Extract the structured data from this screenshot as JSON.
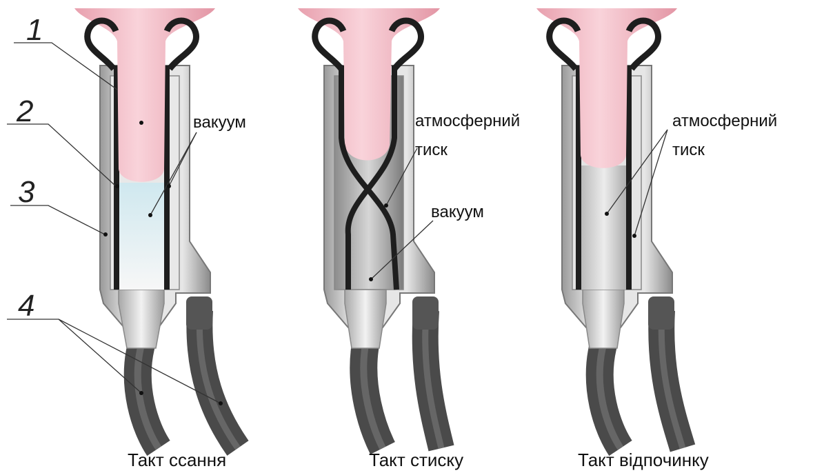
{
  "part_numbers": [
    "1",
    "2",
    "3",
    "4"
  ],
  "panels": [
    {
      "caption": "Такт ссання",
      "labels": [
        "вакуум"
      ]
    },
    {
      "caption": "Такт стиску",
      "labels": [
        "атмосферний",
        "тиск",
        "вакуум"
      ]
    },
    {
      "caption": "Такт відпочинку",
      "labels": [
        "атмосферний",
        "тиск"
      ]
    }
  ],
  "colors": {
    "teat": "#f2b8c2",
    "liner": "#1e1e1e",
    "shell": "#c9c9c9",
    "hose": "#5a5a5a",
    "fitting": "#d8d8d8"
  }
}
